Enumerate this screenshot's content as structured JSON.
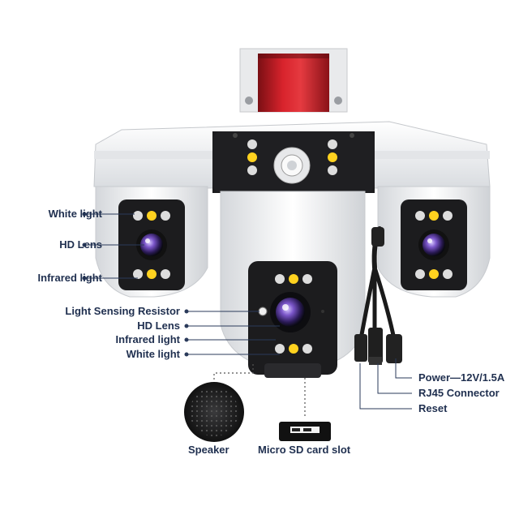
{
  "labels": {
    "left_cam_white_light": "White light",
    "left_cam_hd_lens": "HD Lens",
    "left_cam_infrared_light": "Infrared light",
    "light_sensing_resistor": "Light Sensing Resistor",
    "center_cam_hd_lens": "HD Lens",
    "center_cam_infrared_light": "Infrared light",
    "center_cam_white_light": "White light",
    "power": "Power—12V/1.5A",
    "rj45": "RJ45 Connector",
    "reset": "Reset",
    "speaker": "Speaker",
    "sd_slot": "Micro SD card slot"
  },
  "colors": {
    "label_text": "#1f2f4f",
    "siren_red": "#c8202a",
    "body_white": "#f2f3f5",
    "panel_black": "#1c1c1e",
    "lens_purple": "#6a4fb0",
    "led_yellow": "#ffd21f",
    "led_white": "#e8e8e8"
  }
}
